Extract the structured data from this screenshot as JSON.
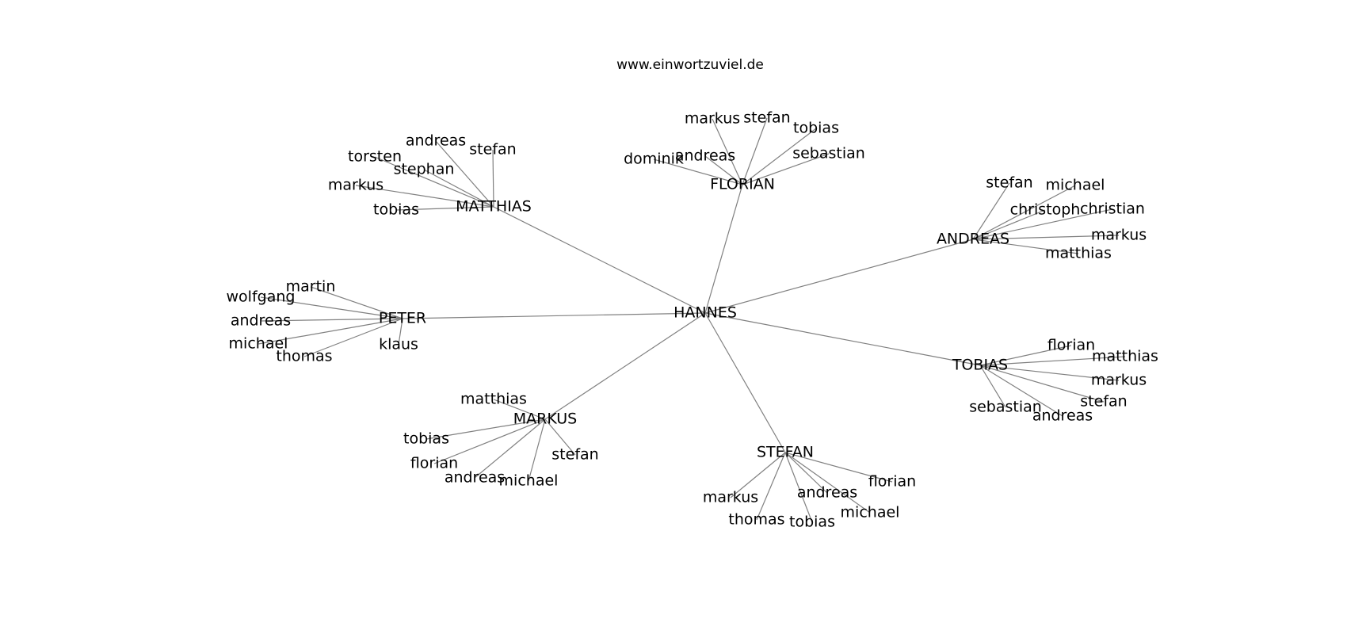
{
  "title": "www.einwortzuviel.de",
  "center": "HANNES",
  "groups": [
    {
      "name": "MATTHIAS",
      "leaves": [
        "andreas",
        "stefan",
        "torsten",
        "stephan",
        "markus",
        "tobias"
      ]
    },
    {
      "name": "FLORIAN",
      "leaves": [
        "markus",
        "stefan",
        "tobias",
        "dominik",
        "andreas",
        "sebastian"
      ]
    },
    {
      "name": "ANDREAS",
      "leaves": [
        "stefan",
        "michael",
        "christoph",
        "christian",
        "markus",
        "matthias"
      ]
    },
    {
      "name": "PETER",
      "leaves": [
        "martin",
        "wolfgang",
        "andreas",
        "michael",
        "thomas",
        "klaus"
      ]
    },
    {
      "name": "TOBIAS",
      "leaves": [
        "florian",
        "matthias",
        "markus",
        "stefan",
        "sebastian",
        "andreas"
      ]
    },
    {
      "name": "MARKUS",
      "leaves": [
        "matthias",
        "tobias",
        "florian",
        "andreas",
        "michael",
        "stefan"
      ]
    },
    {
      "name": "STEFAN",
      "leaves": [
        "florian",
        "markus",
        "andreas",
        "michael",
        "thomas",
        "tobias"
      ]
    }
  ]
}
